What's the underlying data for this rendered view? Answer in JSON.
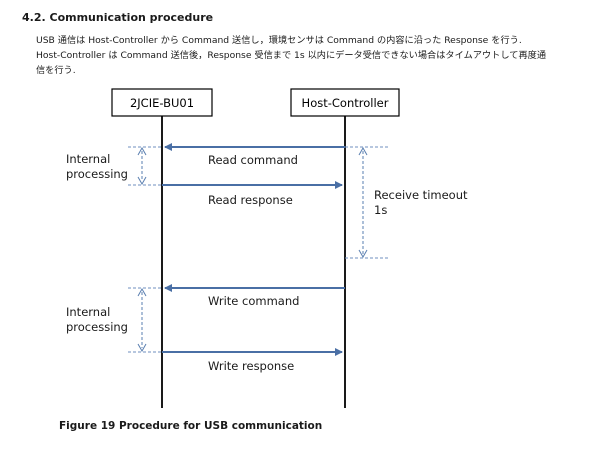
{
  "section": {
    "title": "4.2. Communication procedure"
  },
  "paragraph": {
    "lines": [
      "USB 通信は Host-Controller から Command 送信し，環境センサは Command の内容に沿った Response を行う.",
      "Host-Controller は Command 送信後，Response 受信まで 1s 以内にデータ受信できない場合はタイムアウトして再度通",
      "信を行う."
    ]
  },
  "diagram": {
    "participants": {
      "left": "2JCIE-BU01",
      "right": "Host-Controller"
    },
    "messages": {
      "read_command": "Read command",
      "read_response": "Read response",
      "write_command": "Write command",
      "write_response": "Write response"
    },
    "annotations": {
      "internal_1_line1": "Internal",
      "internal_1_line2": "processing",
      "internal_2_line1": "Internal",
      "internal_2_line2": "processing",
      "timeout_line1": "Receive timeout",
      "timeout_line2": "1s"
    },
    "colors": {
      "arrow": "#4a6fa5",
      "dashed": "#5a7fb0",
      "lifeline": "#000000"
    }
  },
  "figure": {
    "caption": "Figure 19 Procedure for USB communication"
  }
}
